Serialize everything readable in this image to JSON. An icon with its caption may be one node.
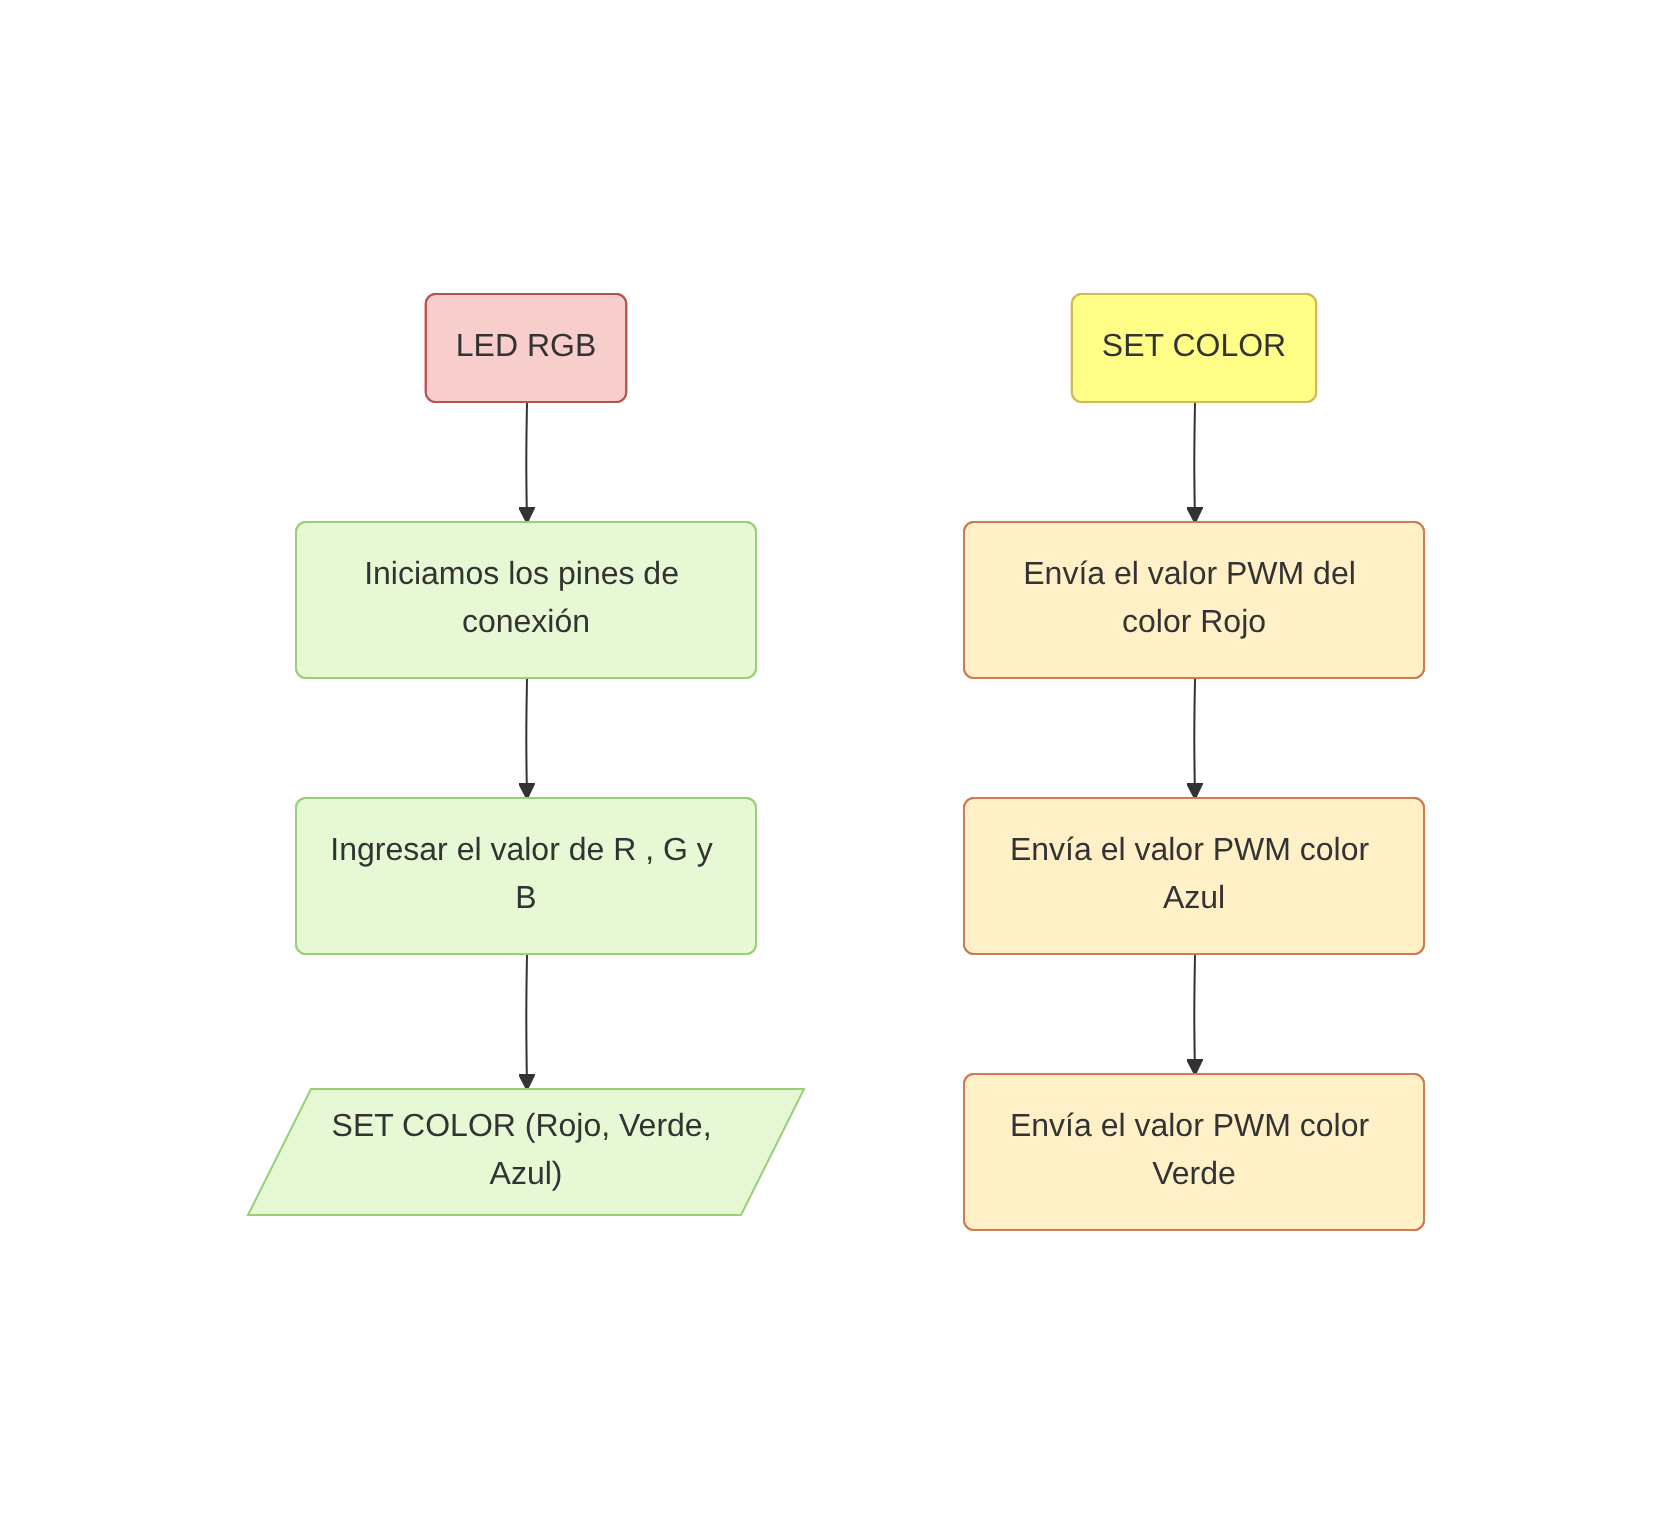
{
  "diagram": {
    "nodes": [
      {
        "text": [
          "LED RGB"
        ]
      },
      {
        "text": [
          "Iniciamos los pines de conexión"
        ]
      },
      {
        "text": [
          "Ingresar el valor de R , G y B"
        ]
      },
      {
        "text": [
          "SET COLOR (Rojo, Verde, Azul)"
        ]
      },
      {
        "text": [
          "SET COLOR"
        ]
      },
      {
        "text": [
          "Envía el valor PWM del color Rojo"
        ]
      },
      {
        "text": [
          "Envía el valor PWM color Azul"
        ]
      },
      {
        "text": [
          "Envía el valor PWM color Verde"
        ]
      }
    ],
    "edges": [
      {
        "from": 0,
        "to": 1,
        "arrow": "to"
      },
      {
        "from": 1,
        "to": 2,
        "arrow": "to"
      },
      {
        "from": 2,
        "to": 3,
        "arrow": "to"
      },
      {
        "from": 4,
        "to": 5,
        "arrow": "to"
      },
      {
        "from": 5,
        "to": 6,
        "arrow": "to"
      },
      {
        "from": 6,
        "to": 7,
        "arrow": "to"
      }
    ]
  }
}
